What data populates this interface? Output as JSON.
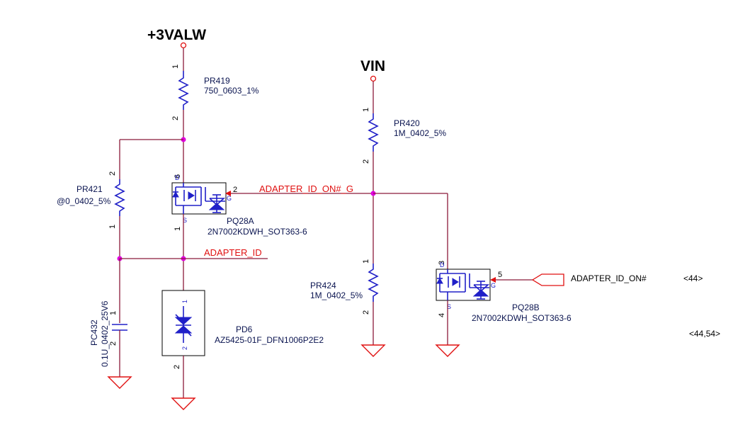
{
  "power": {
    "vcc": "+3VALW",
    "vin": "VIN"
  },
  "components": {
    "pr419": {
      "ref": "PR419",
      "value": "750_0603_1%",
      "pin1": "1",
      "pin2": "2"
    },
    "pr420": {
      "ref": "PR420",
      "value": "1M_0402_5%",
      "pin1": "1",
      "pin2": "2"
    },
    "pr421": {
      "ref": "PR421",
      "value": "@0_0402_5%",
      "pin1": "1",
      "pin2": "2"
    },
    "pr424": {
      "ref": "PR424",
      "value": "1M_0402_5%",
      "pin1": "1",
      "pin2": "2"
    },
    "pc432": {
      "ref": "PC432",
      "value": "0.1U_0402_25V6",
      "pin1": "1",
      "pin2": "2"
    },
    "pd6": {
      "ref": "PD6",
      "value": "AZ5425-01F_DFN1006P2E2",
      "pin1": "1",
      "pin2": "2",
      "outer1": "1",
      "outer2": "2"
    },
    "pq28a": {
      "ref": "PQ28A",
      "value": "2N7002KDWH_SOT363-6",
      "pin_d": "6",
      "pin_g": "2",
      "pin_s": "1",
      "d": "D",
      "g": "G",
      "s": "S"
    },
    "pq28b": {
      "ref": "PQ28B",
      "value": "2N7002KDWH_SOT363-6",
      "pin_d": "3",
      "pin_g": "5",
      "pin_s": "4",
      "d": "D",
      "g": "G",
      "s": "S"
    }
  },
  "nets": {
    "adapter_id_on_g": "ADAPTER_ID_ON#_G",
    "adapter_id": "ADAPTER_ID",
    "adapter_id_on": "ADAPTER_ID_ON#"
  },
  "refs": {
    "r1": "<44>",
    "r2": "<44,54>"
  }
}
